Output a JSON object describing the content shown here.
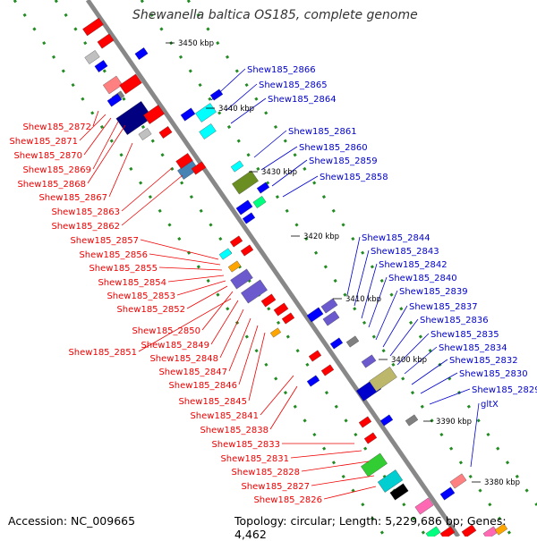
{
  "title": "Shewanella baltica OS185, complete genome",
  "footer": {
    "accession": "Accession: NC_009665",
    "summary": "Topology: circular; Length: 5,229,686 bp; Genes: 4,462"
  },
  "colors": {
    "backbone": "#808080",
    "forward_label": "#0000cc",
    "reverse_label": "#ee0000",
    "dots": "#228b22"
  },
  "scale_ticks": [
    "3450 kbp",
    "3440 kbp",
    "3430 kbp",
    "3420 kbp",
    "3410 kbp",
    "3400 kbp",
    "3390 kbp",
    "3380 kbp"
  ],
  "forward_genes": [
    "Shew185_2866",
    "Shew185_2865",
    "Shew185_2864",
    "Shew185_2861",
    "Shew185_2860",
    "Shew185_2859",
    "Shew185_2858",
    "Shew185_2844",
    "Shew185_2843",
    "Shew185_2842",
    "Shew185_2840",
    "Shew185_2839",
    "Shew185_2837",
    "Shew185_2836",
    "Shew185_2835",
    "Shew185_2834",
    "Shew185_2832",
    "Shew185_2830",
    "Shew185_2829",
    "gltX"
  ],
  "reverse_genes": [
    "Shew185_2872",
    "Shew185_2871",
    "Shew185_2870",
    "Shew185_2869",
    "Shew185_2868",
    "Shew185_2867",
    "Shew185_2863",
    "Shew185_2862",
    "Shew185_2857",
    "Shew185_2856",
    "Shew185_2855",
    "Shew185_2854",
    "Shew185_2853",
    "Shew185_2852",
    "Shew185_2850",
    "Shew185_2849",
    "Shew185_2851",
    "Shew185_2848",
    "Shew185_2847",
    "Shew185_2846",
    "Shew185_2845",
    "Shew185_2841",
    "Shew185_2838",
    "Shew185_2833",
    "Shew185_2831",
    "Shew185_2828",
    "Shew185_2827",
    "Shew185_2826"
  ]
}
